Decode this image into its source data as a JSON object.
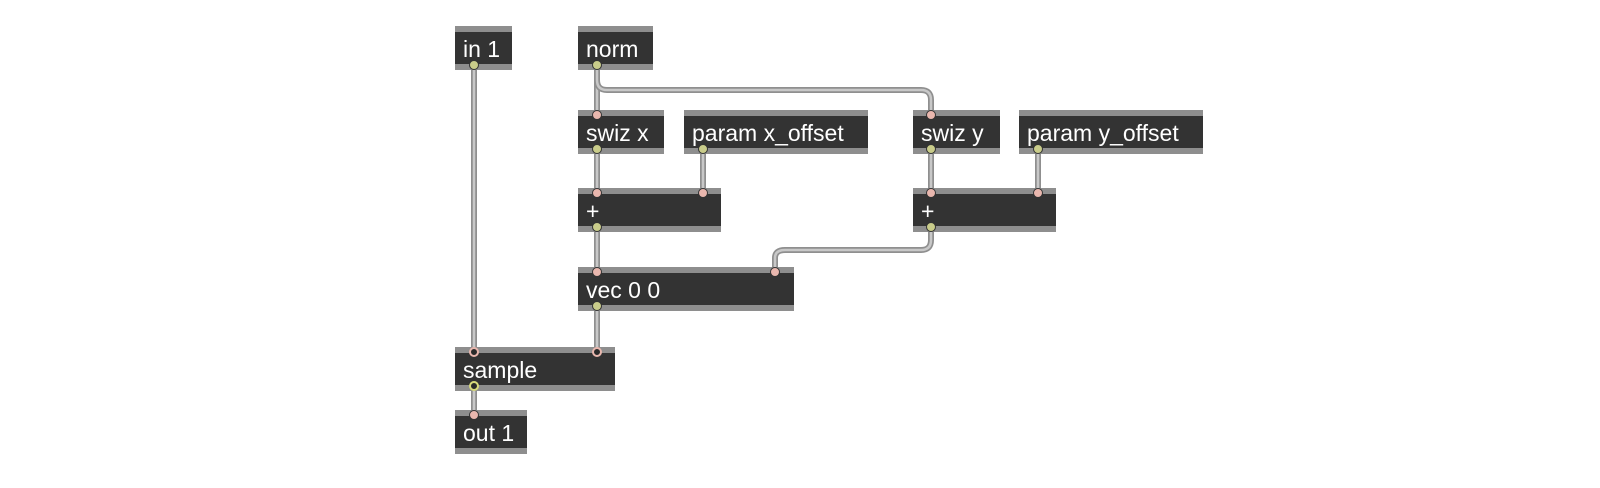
{
  "objects": {
    "in1": "in 1",
    "norm": "norm",
    "swiz_x": "swiz x",
    "param_x": "param x_offset",
    "swiz_y": "swiz y",
    "param_y": "param y_offset",
    "add_x": "+",
    "add_y": "+",
    "vec": "vec 0 0",
    "sample": "sample",
    "out1": "out 1"
  }
}
